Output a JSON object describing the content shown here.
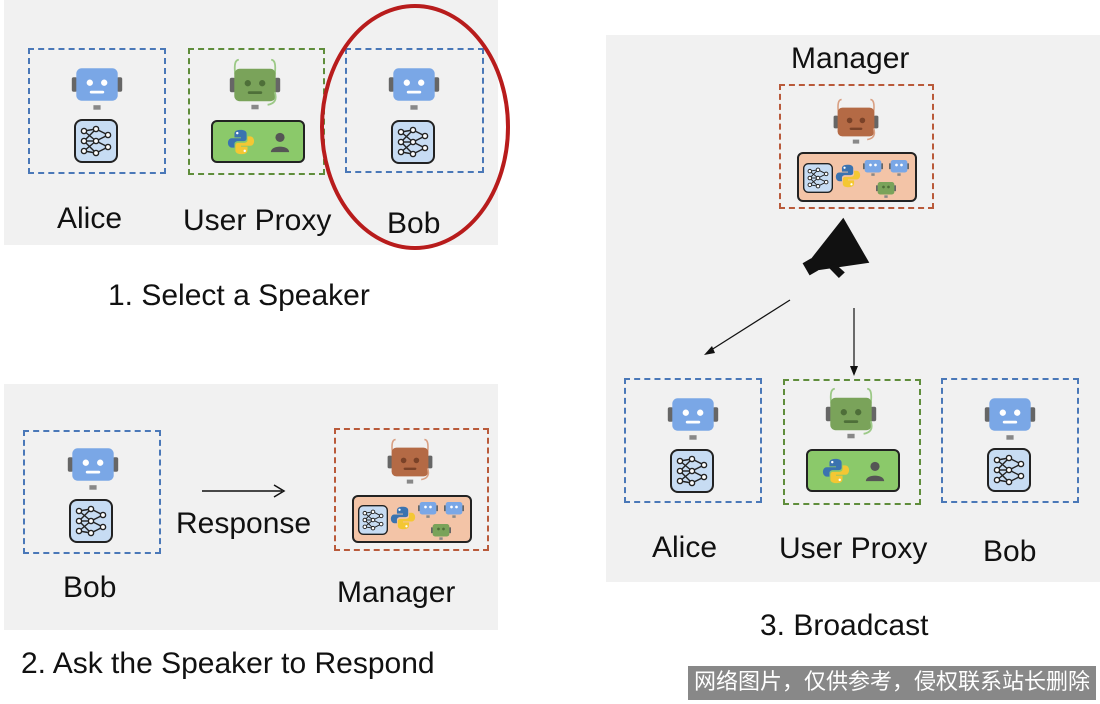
{
  "step1": {
    "caption": "1. Select a Speaker",
    "agents": [
      "Alice",
      "User Proxy",
      "Bob"
    ]
  },
  "step2": {
    "caption": "2. Ask the Speaker to Respond",
    "speaker": "Bob",
    "arrow_label": "Response",
    "manager": "Manager"
  },
  "step3": {
    "caption": "3. Broadcast",
    "manager": "Manager",
    "agents": [
      "Alice",
      "User Proxy",
      "Bob"
    ]
  },
  "watermark": "网络图片，仅供参考，侵权联系站长删除",
  "colors": {
    "panel": "#f1f1f1",
    "blue_agent": "#7aa7e6",
    "green_agent": "#7aa35a",
    "manager_agent": "#b46a45",
    "highlight": "#b81c1c"
  }
}
